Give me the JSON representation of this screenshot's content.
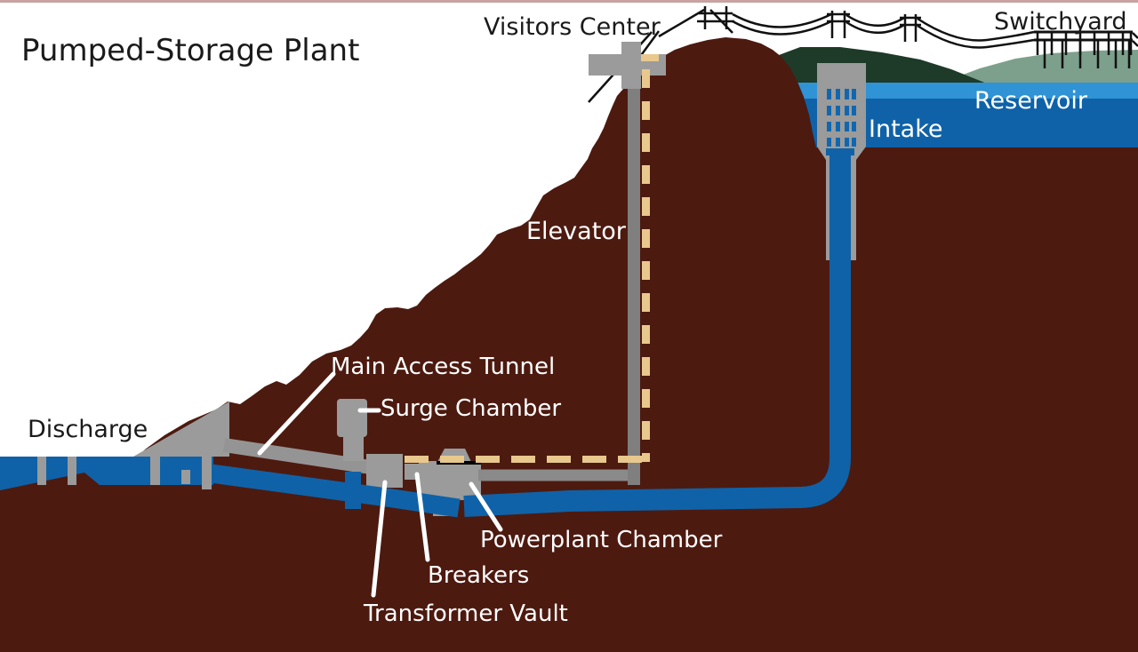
{
  "title": "Pumped-Storage Plant",
  "diagram": {
    "labels": {
      "visitors_center": "Visitors Center",
      "switchyard": "Switchyard",
      "reservoir": "Reservoir",
      "intake": "Intake",
      "elevator": "Elevator",
      "main_access_tunnel": "Main Access Tunnel",
      "surge_chamber": "Surge Chamber",
      "discharge": "Discharge",
      "powerplant_chamber": "Powerplant Chamber",
      "breakers": "Breakers",
      "transformer_vault": "Transformer Vault"
    },
    "colors": {
      "mountain_brown": "#4d1a10",
      "water_dark_blue": "#0f62a8",
      "water_light_blue": "#2f93d6",
      "structure_gray": "#9b9b9b",
      "elevator_shaft_gray": "#7f7f7f",
      "dashed_line_tan": "#e8c88d",
      "hill_dark_green": "#1e3a28",
      "hill_sage_green": "#7ca08c",
      "powerline_black": "#111111",
      "top_border_pink": "#c9a2a2",
      "label_dark": "#1a1a1a",
      "label_light": "#ffffff"
    }
  }
}
